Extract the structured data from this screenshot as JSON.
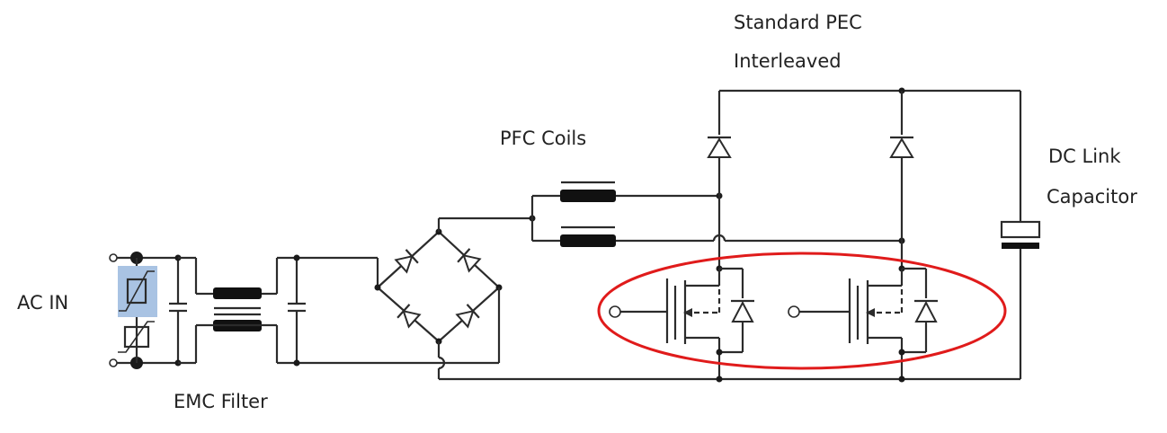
{
  "labels": {
    "ac_in": "AC IN",
    "emc_filter": "EMC Filter",
    "pfc_coils": "PFC Coils",
    "standard_pfc_line1": "Standard PEC",
    "standard_pfc_line2": "Interleaved",
    "dc_link_line1": "DC Link",
    "dc_link_line2": "Capacitor"
  },
  "colors": {
    "wire": "#2b2b2b",
    "highlight_ellipse": "#e01b1b",
    "varistor_fill": "#a9c3e3"
  }
}
